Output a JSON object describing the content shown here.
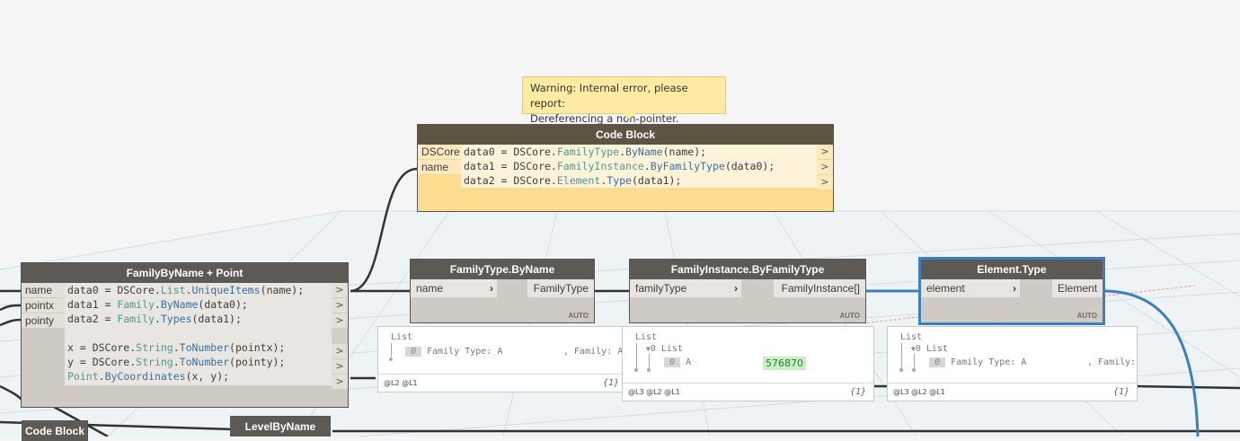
{
  "warning": {
    "line1": "Warning: Internal error, please report:",
    "line2": "Dereferencing a non-pointer."
  },
  "code_block_top": {
    "title": "Code Block",
    "inputs": [
      "DSCore",
      "name"
    ],
    "lines": [
      {
        "a": "data0 = DSCore.",
        "cls": "FamilyType",
        "dot": ".",
        "meth": "ByName",
        "rest": "(name);"
      },
      {
        "a": "data1 = DSCore.",
        "cls": "FamilyInstance",
        "dot": ".",
        "meth": "ByFamilyType",
        "rest": "(data0);"
      },
      {
        "a": "data2 = DSCore.",
        "cls": "Element",
        "dot": ".",
        "meth": "Type",
        "rest": "(data1);"
      }
    ],
    "out_glyph": ">"
  },
  "family_point": {
    "title": "FamilyByName + Point",
    "inputs": [
      "name",
      "pointx",
      "pointy"
    ],
    "lines": [
      {
        "a": "data0 = DSCore.",
        "cls": "List",
        "dot": ".",
        "meth": "UniqueItems",
        "rest": "(name);"
      },
      {
        "a": "data1 = ",
        "cls": "Family",
        "dot": ".",
        "meth": "ByName",
        "rest": "(data0);"
      },
      {
        "a": "data2 = ",
        "cls": "Family",
        "dot": ".",
        "meth": "Types",
        "rest": "(data1);"
      },
      {
        "a": "",
        "cls": "",
        "dot": "",
        "meth": "",
        "rest": ""
      },
      {
        "a": "x = DSCore.",
        "cls": "String",
        "dot": ".",
        "meth": "ToNumber",
        "rest": "(pointx);"
      },
      {
        "a": "y = DSCore.",
        "cls": "String",
        "dot": ".",
        "meth": "ToNumber",
        "rest": "(pointy);"
      },
      {
        "a": "",
        "cls": "Point",
        "dot": ".",
        "meth": "ByCoordinates",
        "rest": "(x, y);"
      }
    ],
    "out_glyph": ">"
  },
  "familytype_byname": {
    "title": "FamilyType.ByName",
    "input": "name",
    "output": "FamilyType",
    "lacing": "AUTO",
    "preview": {
      "root": "List",
      "index": "0",
      "value": "Family Type: A",
      "value2": ", Family: A",
      "levels": "@L2 @L1",
      "count": "{1}"
    }
  },
  "familyinstance_byfamilytype": {
    "title": "FamilyInstance.ByFamilyType",
    "input": "familyType",
    "output": "FamilyInstance[]",
    "lacing": "AUTO",
    "preview": {
      "root": "List",
      "sub": "0 List",
      "index": "0",
      "value": "A",
      "element_id": "576870",
      "levels": "@L3 @L2 @L1",
      "count": "{1}"
    }
  },
  "element_type": {
    "title": "Element.Type",
    "input": "element",
    "output": "Element",
    "lacing": "AUTO",
    "preview": {
      "root": "List",
      "sub": "0 List",
      "index": "0",
      "value": "Family Type: A",
      "value2": ", Family:",
      "levels": "@L3 @L2 @L1",
      "count": "{1}"
    }
  },
  "bottom_nodes": {
    "code_block": "Code Block",
    "level_by_name": "LevelByName"
  },
  "colors": {
    "header": "#5d5954",
    "node_body": "#cfcac3",
    "warning_bg": "#fdeba3",
    "selected": "#3d7fbf",
    "wire": "#333333",
    "wire_selected": "#3d7fbf",
    "highlight_green": "#c9efc6"
  }
}
